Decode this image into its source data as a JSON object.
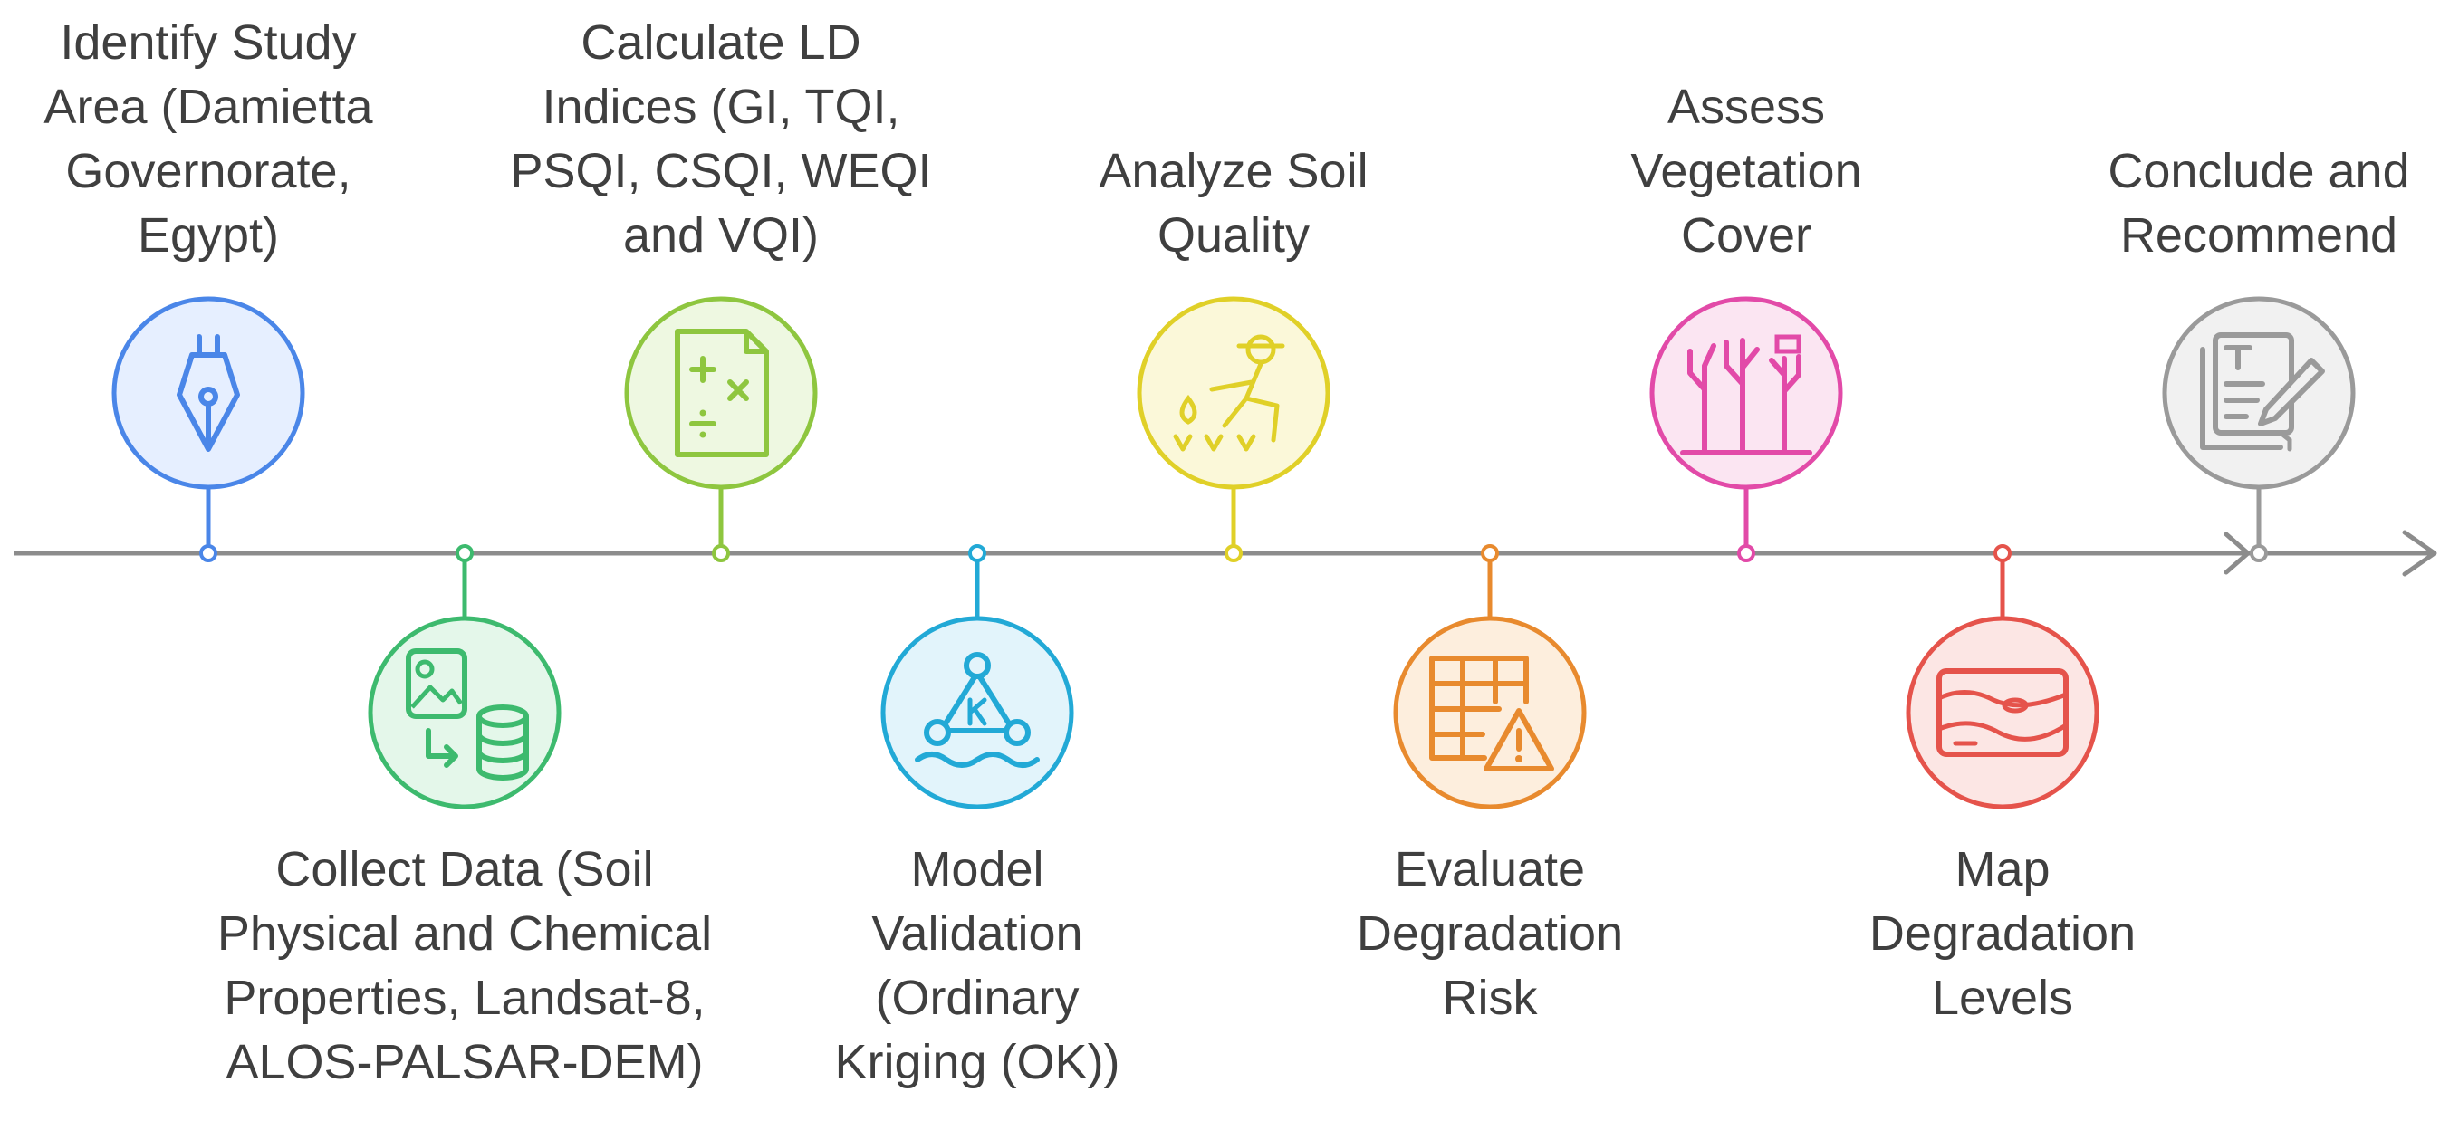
{
  "steps": [
    {
      "label": "Identify Study\nArea (Damietta\nGovernorate,\nEgypt)",
      "position": "top",
      "color": "#4a86e8",
      "fill": "#e6efff",
      "icon": "fountain-pen-icon"
    },
    {
      "label": "Collect Data (Soil\nPhysical and Chemical\nProperties, Landsat-8,\nALOS-PALSAR-DEM)",
      "position": "bottom",
      "color": "#3dba6e",
      "fill": "#e4f7ea",
      "icon": "image-to-database-icon"
    },
    {
      "label": "Calculate LD\nIndices (GI, TQI,\nPSQI, CSQI, WEQI\nand VQI)",
      "position": "top",
      "color": "#8ec63f",
      "fill": "#eef8e1",
      "icon": "calculator-document-icon"
    },
    {
      "label": "Model\nValidation\n(Ordinary\nKriging  (OK))",
      "position": "bottom",
      "color": "#22a9d6",
      "fill": "#e2f4fb",
      "icon": "kriging-triangle-icon"
    },
    {
      "label": "Analyze Soil\nQuality",
      "position": "top",
      "color": "#e0d028",
      "fill": "#fbf8d9",
      "icon": "farmer-soil-icon"
    },
    {
      "label": "Evaluate\nDegradation\nRisk",
      "position": "bottom",
      "color": "#e88a2e",
      "fill": "#fdeedd",
      "icon": "table-warning-icon"
    },
    {
      "label": "Assess\nVegetation\nCover",
      "position": "top",
      "color": "#e24aa8",
      "fill": "#fbe5f2",
      "icon": "trees-icon"
    },
    {
      "label": "Map\nDegradation\nLevels",
      "position": "bottom",
      "color": "#e5534b",
      "fill": "#fce6e4",
      "icon": "terrain-map-icon"
    },
    {
      "label": "Conclude and\nRecommend",
      "position": "top",
      "color": "#9a9a9a",
      "fill": "#f1f1f1",
      "icon": "document-edit-icon"
    }
  ],
  "timeline_color": "#8c8c8c"
}
